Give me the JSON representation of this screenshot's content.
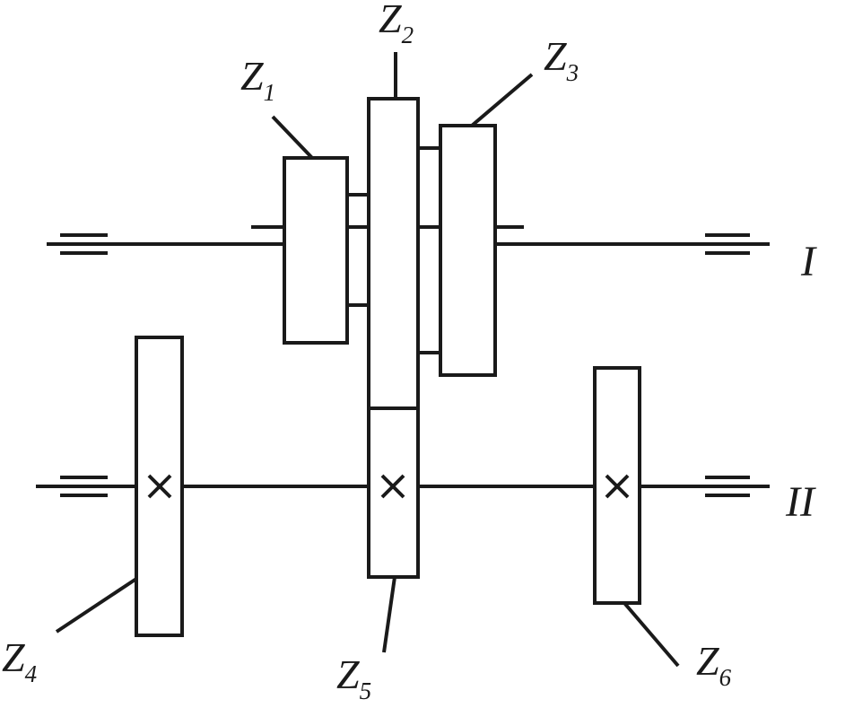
{
  "shafts": {
    "upper": "I",
    "lower": "II"
  },
  "gears": {
    "z1": {
      "letter": "Z",
      "index": "1"
    },
    "z2": {
      "letter": "Z",
      "index": "2"
    },
    "z3": {
      "letter": "Z",
      "index": "3"
    },
    "z4": {
      "letter": "Z",
      "index": "4"
    },
    "z5": {
      "letter": "Z",
      "index": "5"
    },
    "z6": {
      "letter": "Z",
      "index": "6"
    }
  },
  "colors": {
    "ink": "#1a1a1a",
    "background": "#ffffff"
  }
}
